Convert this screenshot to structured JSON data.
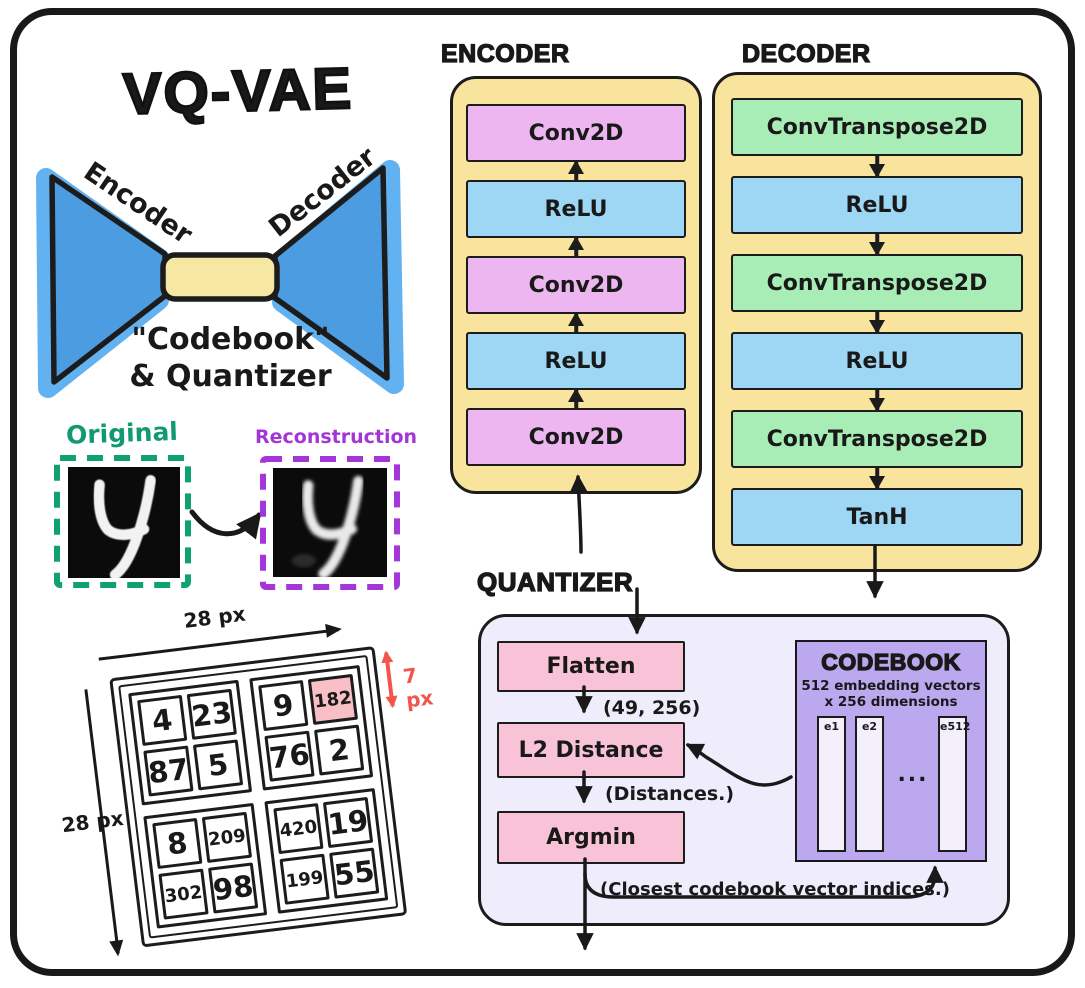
{
  "title": "VQ-VAE",
  "bowtie": {
    "encoder_label": "Encoder",
    "decoder_label": "Decoder",
    "caption_line1": "\"Codebook\"",
    "caption_line2": "& Quantizer"
  },
  "examples": {
    "original_label": "Original",
    "reconstruction_label": "Reconstruction"
  },
  "pixel_grid": {
    "width_label": "28 px",
    "height_label": "28 px",
    "patch_label": "7 px",
    "highlight_value": "182",
    "quadrants": [
      [
        "4",
        "23",
        "87",
        "5"
      ],
      [
        "9",
        "182",
        "76",
        "2"
      ],
      [
        "8",
        "209",
        "302",
        "98"
      ],
      [
        "420",
        "19",
        "199",
        "55"
      ]
    ]
  },
  "encoder": {
    "heading": "ENCODER",
    "layers": [
      "Conv2D",
      "ReLU",
      "Conv2D",
      "ReLU",
      "Conv2D"
    ]
  },
  "decoder": {
    "heading": "DECODER",
    "layers": [
      "ConvTranspose2D",
      "ReLU",
      "ConvTranspose2D",
      "ReLU",
      "ConvTranspose2D",
      "TanH"
    ]
  },
  "quantizer": {
    "heading": "QUANTIZER",
    "steps": [
      "Flatten",
      "L2 Distance",
      "Argmin"
    ],
    "flatten_output_label": "(49, 256)",
    "distances_label": "(Distances.)",
    "indices_label": "(Closest codebook vector indices.)",
    "codebook": {
      "heading": "CODEBOOK",
      "subtitle_line1": "512 embedding vectors",
      "subtitle_line2": "x 256 dimensions",
      "vector_labels": [
        "e1",
        "e2",
        "e512"
      ],
      "ellipsis": "..."
    }
  },
  "colors": {
    "container_yellow": "#F8E49C",
    "conv_purple": "#EDB6F0",
    "relu_blue": "#9ED7F4",
    "convtranspose_green": "#A9EDB6",
    "quantizer_lavender": "#EFECFB",
    "codebook_purple": "#BBA8EF",
    "step_pink": "#F9C3D7",
    "highlight_pink": "#F8BFC7",
    "bowtie_blue": "#4C9CE2",
    "bowtie_halo_blue": "#62B2F2",
    "latent_yellow": "#F6E8A2",
    "original_green": "#119A71",
    "reconstruction_purple": "#A435D6",
    "dimension_red": "#F2544E",
    "ink": "#191919"
  }
}
